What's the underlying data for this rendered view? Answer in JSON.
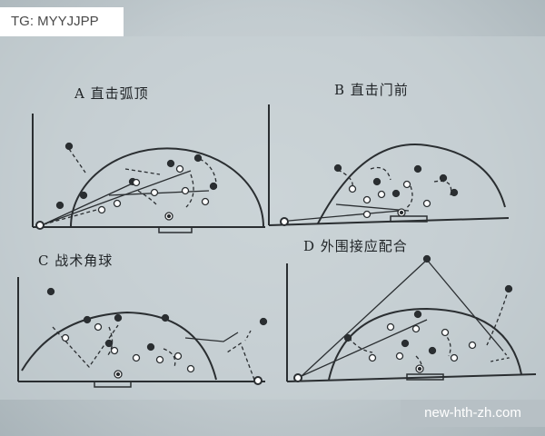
{
  "watermarks": {
    "top_left": "TG: MYYJJPP",
    "bottom_right": "new-hth-zh.com"
  },
  "diagrams": [
    {
      "id": "A",
      "label": "A 直击弧顶"
    },
    {
      "id": "B",
      "label": "B 直击门前"
    },
    {
      "id": "C",
      "label": "C 战术角球"
    },
    {
      "id": "D",
      "label": "D 外围接应配合"
    }
  ],
  "colors": {
    "paper": "#c7cfd3",
    "ink": "#2a2e31",
    "watermark_bg": "#ffffff"
  }
}
